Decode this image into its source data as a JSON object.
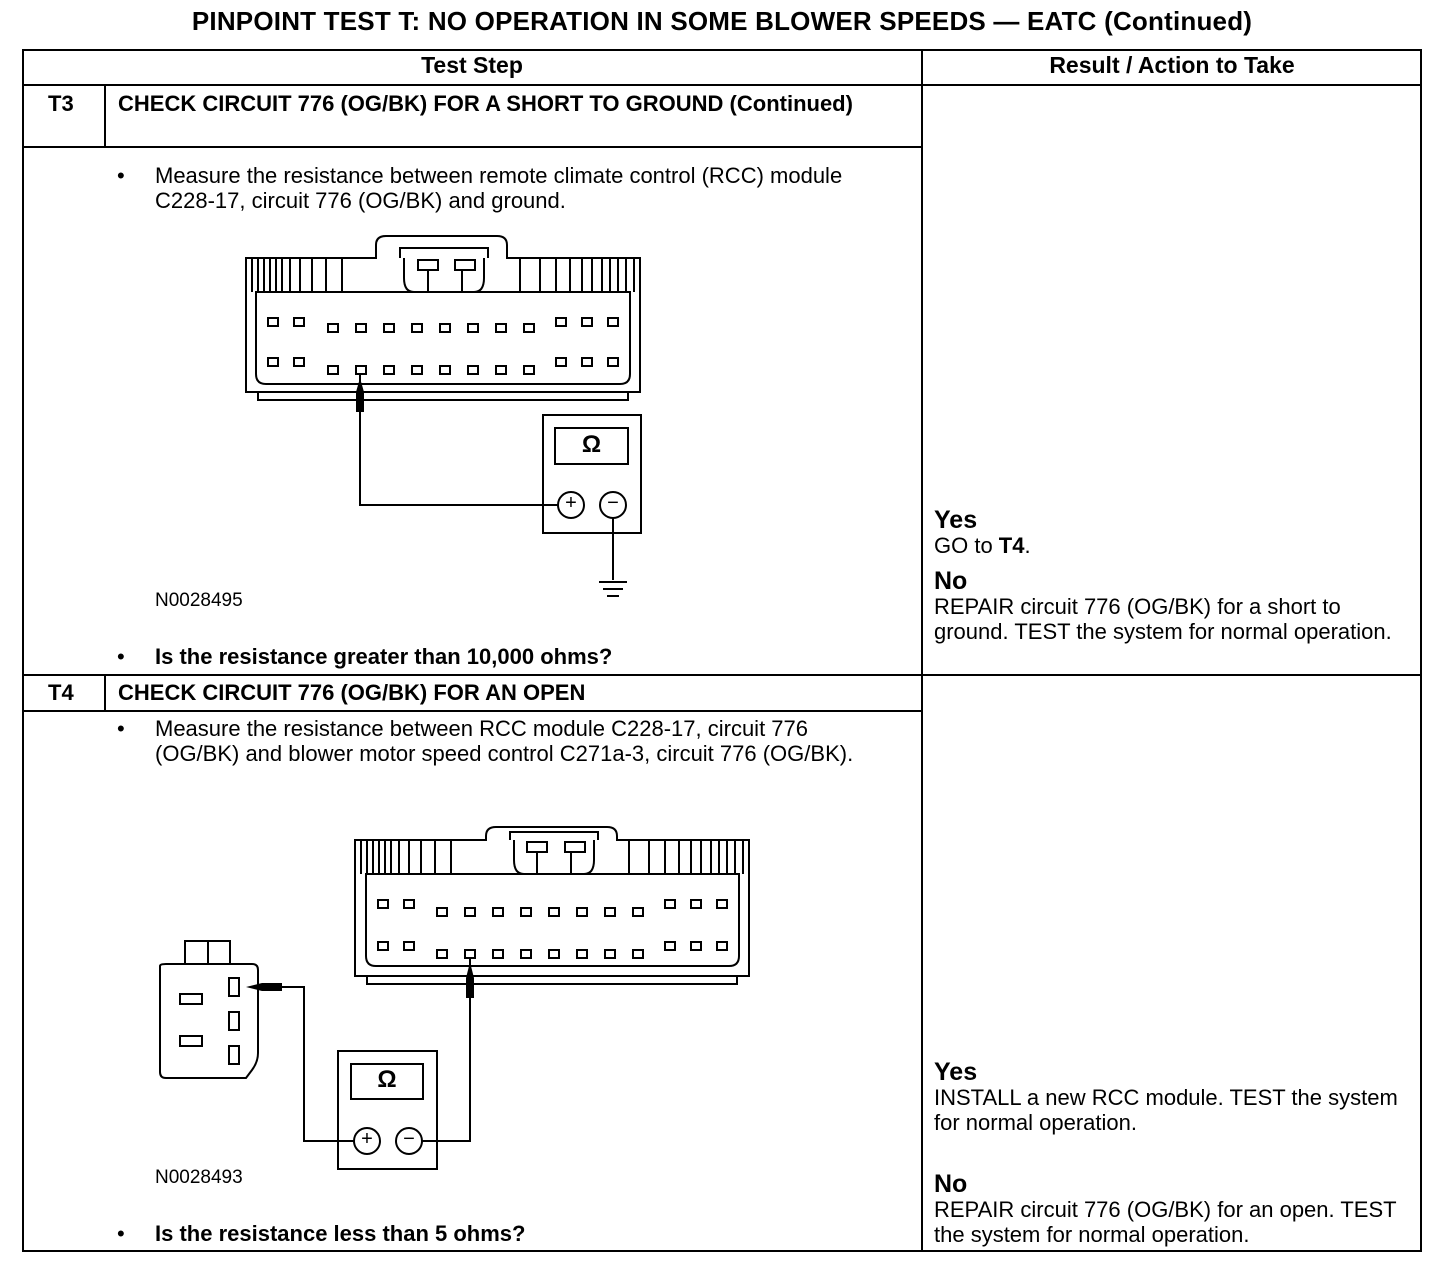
{
  "title": "PINPOINT TEST  T: NO OPERATION IN SOME BLOWER SPEEDS — EATC (Continued)",
  "headers": {
    "test_step": "Test Step",
    "result": "Result / Action to Take"
  },
  "steps": [
    {
      "id": "T3",
      "title": "CHECK CIRCUIT 776 (OG/BK) FOR A SHORT TO GROUND (Continued)",
      "instruction": "Measure the resistance between remote climate control (RCC) module C228-17, circuit 776 (OG/BK) and ground.",
      "figure_id": "N0028495",
      "question": "Is the resistance greater than 10,000 ohms?",
      "meter_symbol": "Ω",
      "results": {
        "yes_label": "Yes",
        "yes_text_prefix": "GO to ",
        "yes_text_target": "T4",
        "yes_text_suffix": ".",
        "no_label": "No",
        "no_text": "REPAIR circuit 776 (OG/BK) for a short to ground. TEST the system for normal operation."
      }
    },
    {
      "id": "T4",
      "title": "CHECK CIRCUIT 776 (OG/BK) FOR AN OPEN",
      "instruction": "Measure the resistance between RCC module C228-17, circuit 776 (OG/BK) and blower motor speed control C271a-3, circuit 776 (OG/BK).",
      "figure_id": "N0028493",
      "question": "Is the resistance less than 5 ohms?",
      "meter_symbol": "Ω",
      "results": {
        "yes_label": "Yes",
        "yes_text": "INSTALL a new RCC module. TEST the system for normal operation.",
        "no_label": "No",
        "no_text": "REPAIR circuit 776 (OG/BK) for an open. TEST the system for normal operation."
      }
    }
  ],
  "symbols": {
    "bullet": "•",
    "plus": "+",
    "minus": "−"
  }
}
